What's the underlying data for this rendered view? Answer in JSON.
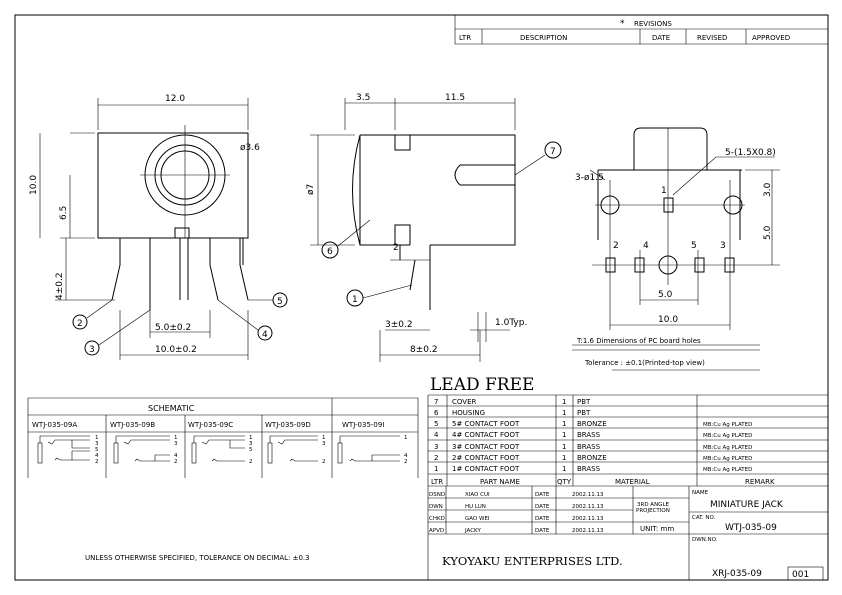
{
  "revisions": {
    "title": "REVISIONS",
    "star": "*",
    "columns": [
      "LTR",
      "DESCRIPTION",
      "DATE",
      "REVISED",
      "APPROVED"
    ]
  },
  "front_view": {
    "dims": [
      "12.0",
      "ø3.6",
      "10.0",
      "6.5",
      "4±0.2",
      "5.0±0.2",
      "10.0±0.2"
    ],
    "callouts": [
      "2",
      "3",
      "4",
      "5"
    ]
  },
  "side_view": {
    "dims": [
      "3.5",
      "11.5",
      "ø7",
      "2",
      "3±0.2",
      "1.0Typ.",
      "8±0.2"
    ],
    "callouts": [
      "7",
      "6",
      "1"
    ]
  },
  "pcb_view": {
    "dims": [
      "3-ø1.5",
      "5-(1.5X0.8)",
      "3.0",
      "5.0",
      "5.0",
      "10.0"
    ],
    "pin_labels": [
      "1",
      "2",
      "4",
      "5",
      "3"
    ],
    "note1": "T:1.6 Dimensions of PC board holes",
    "note2": "Tolerance : ±0.1(Printed-top view)"
  },
  "lead_free": "LEAD FREE",
  "schematic": {
    "title": "SCHEMATIC",
    "models": [
      "WTJ-035-09A",
      "WTJ-035-09B",
      "WTJ-035-09C",
      "WTJ-035-09D",
      "WTJ-035-09I"
    ],
    "pins": [
      [
        "1",
        "3",
        "5",
        "4",
        "2"
      ],
      [
        "1",
        "3",
        "4",
        "2"
      ],
      [
        "1",
        "3",
        "5",
        "2"
      ],
      [
        "1",
        "3",
        "2"
      ],
      [
        "1",
        "4",
        "2"
      ]
    ]
  },
  "tolerance_note": "UNLESS OTHERWISE SPECIFIED, TOLERANCE ON DECIMAL: ±0.3",
  "parts": {
    "rows": [
      {
        "ltr": "7",
        "name": "COVER",
        "qty": "1",
        "material": "PBT",
        "remark": ""
      },
      {
        "ltr": "6",
        "name": "HOUSING",
        "qty": "1",
        "material": "PBT",
        "remark": ""
      },
      {
        "ltr": "5",
        "name": "5# CONTACT FOOT",
        "qty": "1",
        "material": "BRONZE",
        "remark": "MB:Cu  Ag  PLATED"
      },
      {
        "ltr": "4",
        "name": "4# CONTACT FOOT",
        "qty": "1",
        "material": "BRASS",
        "remark": "MB:Cu  Ag  PLATED"
      },
      {
        "ltr": "3",
        "name": "3# CONTACT FOOT",
        "qty": "1",
        "material": "BRASS",
        "remark": "MB:Cu  Ag  PLATED"
      },
      {
        "ltr": "2",
        "name": "2# CONTACT FOOT",
        "qty": "1",
        "material": "BRONZE",
        "remark": "MB:Cu  Ag  PLATED"
      },
      {
        "ltr": "1",
        "name": "1# CONTACT FOOT",
        "qty": "1",
        "material": "BRASS",
        "remark": "MB:Cu  Ag  PLATED"
      }
    ],
    "header": {
      "ltr": "LTR",
      "name": "PART NAME",
      "qty": "QTY",
      "material": "MATERIAL",
      "remark": "REMARK"
    }
  },
  "title_block": {
    "signoffs": [
      {
        "role": "DSND",
        "person": "XIAO   CUI",
        "date_label": "DATE",
        "date": "2002.11.13"
      },
      {
        "role": "DWN",
        "person": "HU    LUN",
        "date_label": "DATE",
        "date": "2002.11.13"
      },
      {
        "role": "CHKD",
        "person": "GAO   WEI",
        "date_label": "DATE",
        "date": "2002.11.13"
      },
      {
        "role": "APVD",
        "person": "JACKY",
        "date_label": "DATE",
        "date": "2002.11.13"
      }
    ],
    "projection1": "3RD ANGLE",
    "projection2": "PROJECTION",
    "unit": "UNIT: mm",
    "name_label": "NAME",
    "name": "MINIATURE JACK",
    "cat_label": "CAT. NO.",
    "cat_no": "WTJ-035-09",
    "dwn_label": "DWN.NO.",
    "dwn_no": "XRJ-035-09",
    "sheet": "001",
    "company": "KYOYAKU  ENTERPRISES  LTD."
  }
}
